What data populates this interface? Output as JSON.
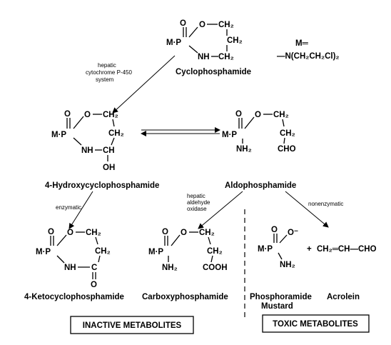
{
  "atoms": {
    "o": "O",
    "mp": "M·P",
    "ch2": "CH₂",
    "nh": "NH",
    "ch": "CH",
    "oh": "OH",
    "nh2": "NH₂",
    "cho": "CHO",
    "c": "C",
    "cooh": "COOH",
    "ominus": "O⁻",
    "plus": "+",
    "acrolein_formula": "CH₂═CH—CHO"
  },
  "m_def": {
    "m": "M═",
    "formula": "—N(CH₂CH₂Cl)₂"
  },
  "compounds": {
    "cyclophosphamide": "Cyclophosphamide",
    "hydroxy": "4-Hydroxycyclophosphamide",
    "aldo": "Aldophosphamide",
    "keto": "4-Ketocyclophosphamide",
    "carboxy": "Carboxyphosphamide",
    "pm_line1": "Phosphoramide",
    "pm_line2": "Mustard",
    "acrolein": "Acrolein"
  },
  "steps": {
    "p450": [
      "hepatic",
      "cytochrome P-450",
      "system"
    ],
    "enzymatic": "enzymatic",
    "ald_oxidase": [
      "hepatic",
      "aldehyde",
      "oxidase"
    ],
    "nonenzymatic": "nonenzymatic"
  },
  "boxes": {
    "inactive": "INACTIVE METABOLITES",
    "toxic": "TOXIC METABOLITES"
  }
}
